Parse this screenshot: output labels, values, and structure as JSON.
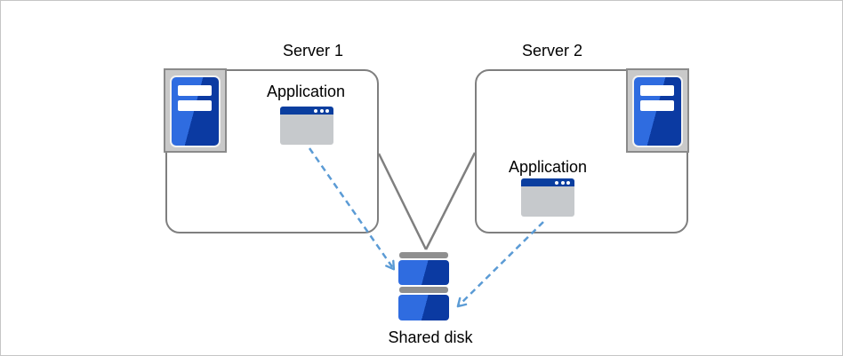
{
  "server1": {
    "label": "Server 1",
    "app_label": "Application"
  },
  "server2": {
    "label": "Server 2",
    "app_label": "Application"
  },
  "shared_disk": {
    "label": "Shared disk"
  },
  "connections": [
    {
      "from": "server1-box",
      "to": "shared-disk",
      "style": "solid-line"
    },
    {
      "from": "server2-box",
      "to": "shared-disk",
      "style": "solid-line"
    },
    {
      "from": "application1",
      "to": "shared-disk",
      "style": "dashed-arrow"
    },
    {
      "from": "application2",
      "to": "shared-disk",
      "style": "dashed-arrow"
    }
  ],
  "colors": {
    "box_border_gray": "#7f7f7f",
    "connector_gray": "#7f7f7f",
    "arrow_blue": "#5b9bd5",
    "icon_blue_light": "#2f6ce0",
    "icon_blue_dark": "#0b3aa2",
    "window_titlebar_blue": "#0a3e9f",
    "window_body_gray": "#c6c9cc",
    "disk_cap_gray": "#8f8f8f",
    "server_icon_bg": "#c9c9c9"
  }
}
